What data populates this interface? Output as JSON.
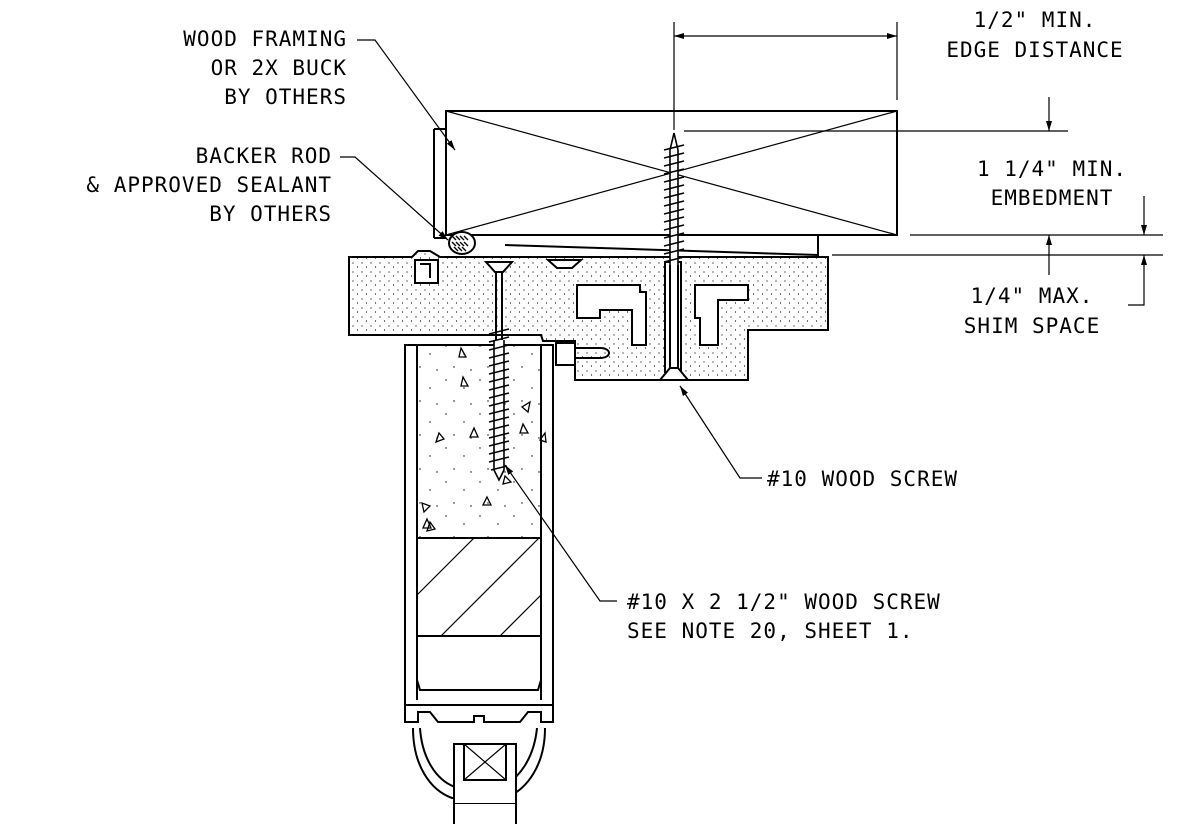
{
  "labels": {
    "wood_framing": [
      "WOOD FRAMING",
      "OR 2X BUCK",
      "BY OTHERS"
    ],
    "backer_rod": [
      "BACKER ROD",
      "& APPROVED SEALANT",
      "BY OTHERS"
    ],
    "edge_distance": [
      "1/2\" MIN.",
      "EDGE DISTANCE"
    ],
    "embedment": [
      "1 1/4\" MIN.",
      "EMBEDMENT"
    ],
    "shim_space": [
      "1/4\" MAX.",
      "SHIM SPACE"
    ],
    "wood_screw_10": [
      "#10 WOOD SCREW"
    ],
    "wood_screw_long": [
      "#10 X 2 1/2\" WOOD SCREW",
      "SEE NOTE 20, SHEET 1."
    ]
  }
}
